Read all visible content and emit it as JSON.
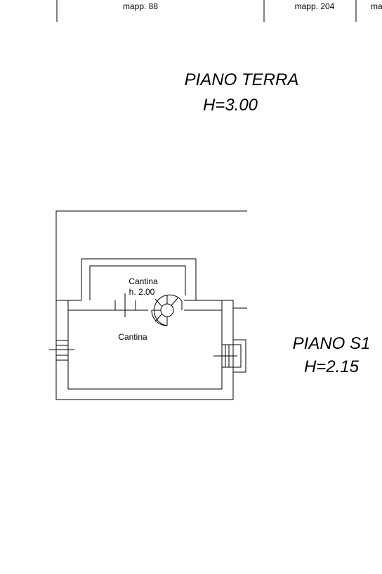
{
  "header": {
    "mapp_left": "mapp. 88",
    "mapp_mid": "mapp. 204",
    "mapp_right": "ma"
  },
  "piano_terra": {
    "title": "PIANO TERRA",
    "height": "H=3.00"
  },
  "piano_s1": {
    "title": "PIANO S1",
    "height": "H=2.15"
  },
  "rooms": {
    "upper_name": "Cantina",
    "upper_height": "h. 2.00",
    "main_name": "Cantina"
  }
}
